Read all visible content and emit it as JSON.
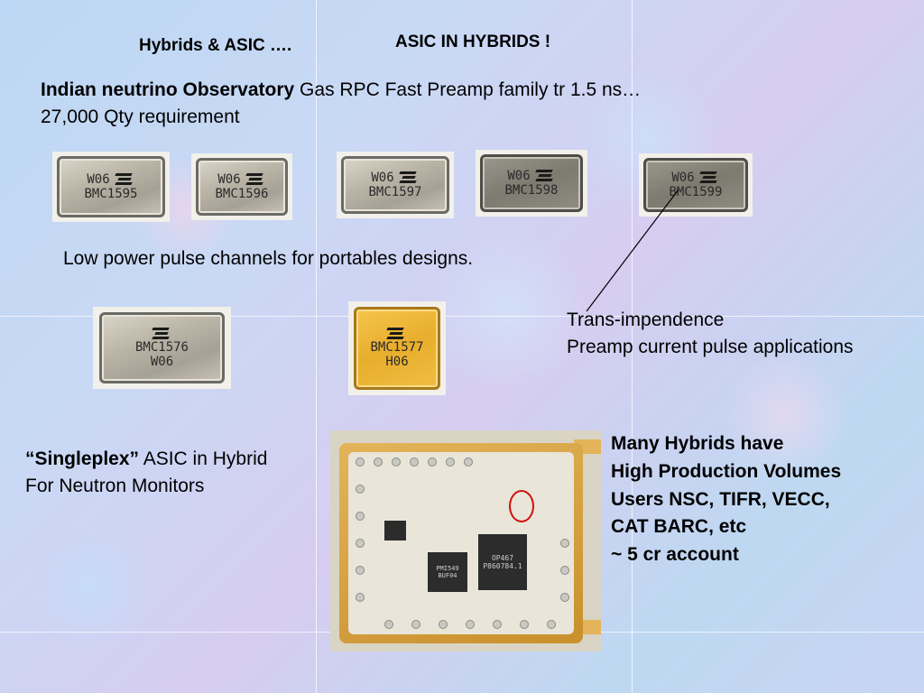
{
  "header": {
    "left_title": "Hybrids & ASIC ….",
    "right_title": "ASIC IN HYBRIDS !"
  },
  "intro": {
    "bold_part": "Indian neutrino Observatory",
    "rest": " Gas RPC Fast Preamp family tr 1.5 ns…",
    "line2": "27,000 Qty requirement"
  },
  "chips_row": [
    {
      "top": "W06",
      "bottom": "BMC1595"
    },
    {
      "top": "W06",
      "bottom": "BMC1596"
    },
    {
      "top": "W06",
      "bottom": "BMC1597"
    },
    {
      "top": "W06",
      "bottom": "BMC1598"
    },
    {
      "top": "W06",
      "bottom": "BMC1599"
    }
  ],
  "low_power_text": "Low power pulse channels for portables designs.",
  "chips_second": [
    {
      "top": "BMC1576",
      "bottom": "W06"
    },
    {
      "top": "BMC1577",
      "bottom": "H06"
    }
  ],
  "trans_note": {
    "line1": "Trans-impendence",
    "line2": "Preamp current pulse applications"
  },
  "singleplex": {
    "bold_part": "“Singleplex”",
    "rest": " ASIC in Hybrid",
    "line2": "For Neutron Monitors"
  },
  "board_chips": {
    "ic_left_line1": "PMI549",
    "ic_left_line2": "BUF04",
    "ic_main_line1": "OP467",
    "ic_main_line2": "P860784.1"
  },
  "summary": {
    "lines": [
      "Many Hybrids have",
      "High Production Volumes",
      "Users NSC, TIFR, VECC,",
      "CAT BARC, etc",
      "~ 5 cr account"
    ]
  }
}
